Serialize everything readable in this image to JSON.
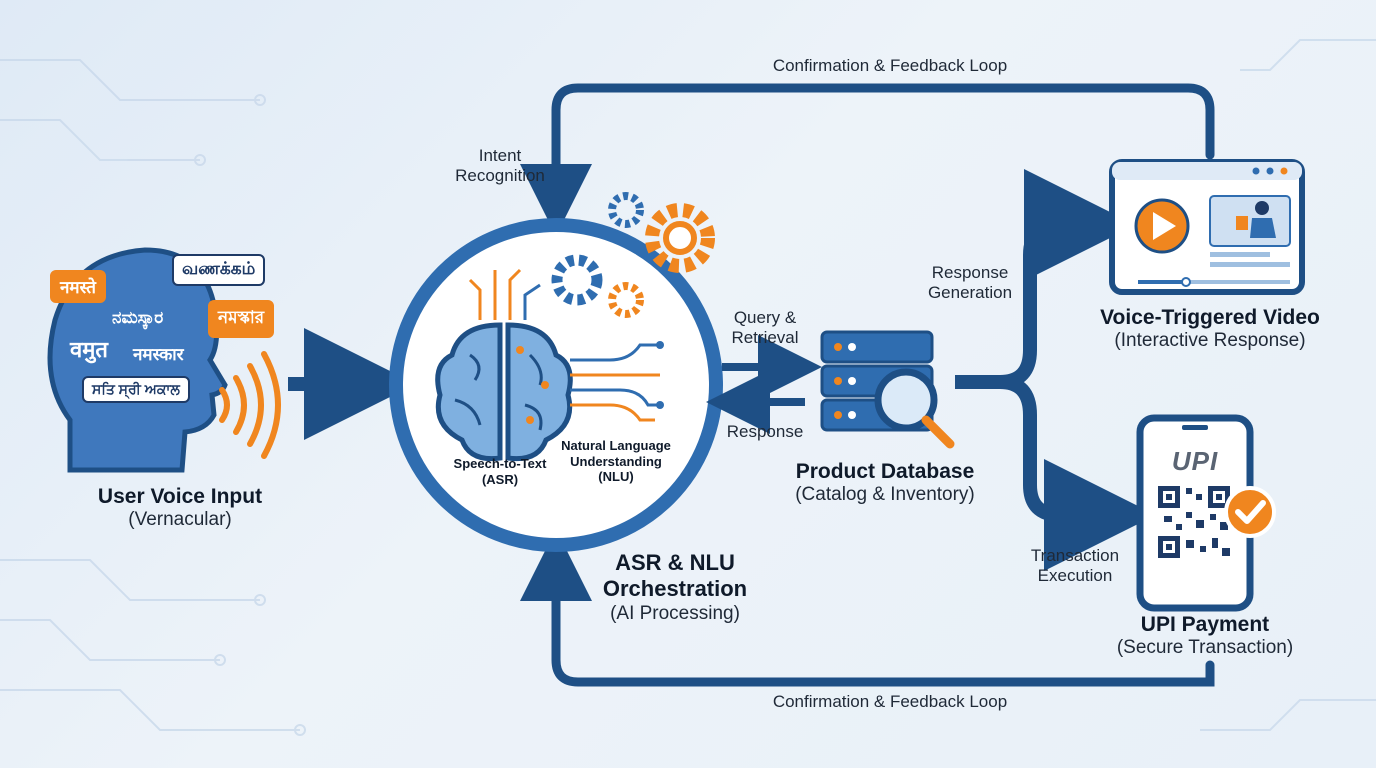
{
  "colors": {
    "navy": "#1e4f85",
    "mid_blue": "#2f6db0",
    "light_blue": "#7fb0e0",
    "orange": "#f0861f",
    "background": "#e6eff8"
  },
  "feedback_top": {
    "label": "Confirmation & Feedback Loop"
  },
  "feedback_bottom": {
    "label": "Confirmation & Feedback Loop"
  },
  "user_input": {
    "title": "User Voice Input",
    "subtitle": "(Vernacular)",
    "bubbles": [
      "नमस्ते",
      "வணக்கம்",
      "নমস্কার",
      "ನಮಸ್ಕಾರ",
      "वमुत",
      "नमस्कार",
      "ਸਤਿ ਸ੍ਰੀ ਅਕਾਲ"
    ]
  },
  "orchestration": {
    "intent_label": "Intent\nRecognition",
    "asr_label": "Speech-to-Text\n(ASR)",
    "nlu_label": "Natural Language\nUnderstanding\n(NLU)",
    "title": "ASR & NLU\nOrchestration",
    "subtitle": "(AI Processing)"
  },
  "database": {
    "query_label": "Query &\nRetrieval",
    "response_label": "Response",
    "title": "Product Database",
    "subtitle": "(Catalog & Inventory)"
  },
  "response_generation": {
    "label": "Response\nGeneration"
  },
  "video": {
    "title": "Voice-Triggered Video",
    "subtitle": "(Interactive Response)"
  },
  "transaction": {
    "label": "Transaction\nExecution"
  },
  "payment": {
    "logo_text": "UPI",
    "title": "UPI Payment",
    "subtitle": "(Secure Transaction)"
  }
}
